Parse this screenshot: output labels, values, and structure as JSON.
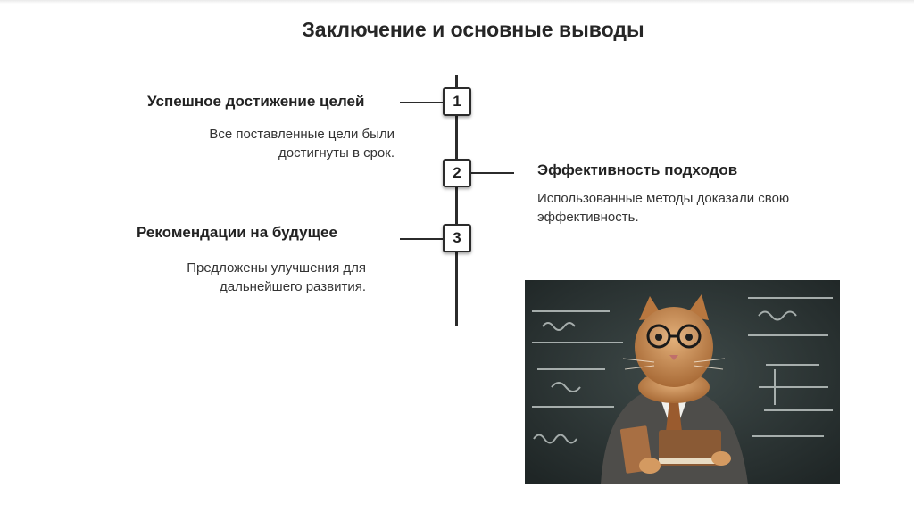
{
  "slide": {
    "title": "Заключение и основные выводы"
  },
  "steps": [
    {
      "number": "1",
      "heading": "Успешное достижение целей",
      "description_lines": [
        "Все поставленные цели были",
        "достигнуты в срок."
      ]
    },
    {
      "number": "2",
      "heading": "Эффективность подходов",
      "description_lines": [
        "Использованные методы доказали свою",
        "эффективность."
      ]
    },
    {
      "number": "3",
      "heading": "Рекомендации на будущее",
      "description_lines": [
        "Предложены улучшения для",
        "дальнейшего развития."
      ]
    }
  ],
  "image": {
    "subject": "cat-teacher-with-glasses-and-books",
    "colors": {
      "chalkboard": "#2f3838",
      "chalk": "#cfd6d4",
      "fur": "#c9894f",
      "jacket": "#4e4d4a",
      "book": "#8a5a35"
    }
  }
}
